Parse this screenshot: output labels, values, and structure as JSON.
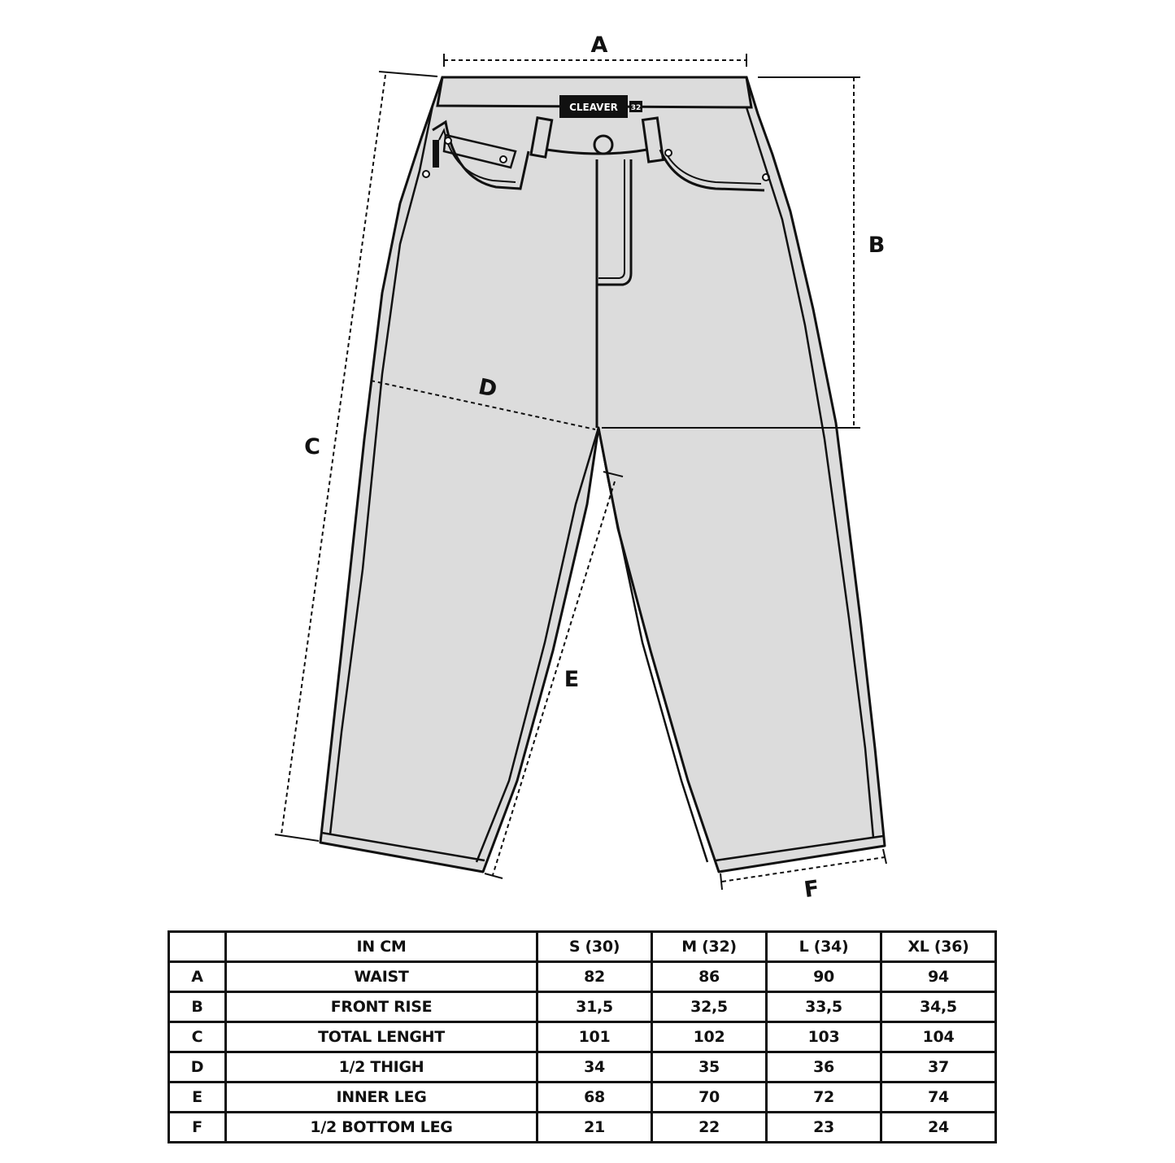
{
  "diagram": {
    "brand_label": "CLEAVER",
    "size_tag": "32",
    "measure_labels": {
      "a": "A",
      "b": "B",
      "c": "C",
      "d": "D",
      "e": "E",
      "f": "F"
    }
  },
  "table": {
    "headers": [
      "",
      "IN CM",
      "S (30)",
      "M (32)",
      "L (34)",
      "XL (36)"
    ],
    "rows": [
      [
        "A",
        "WAIST",
        "82",
        "86",
        "90",
        "94"
      ],
      [
        "B",
        "FRONT RISE",
        "31,5",
        "32,5",
        "33,5",
        "34,5"
      ],
      [
        "C",
        "TOTAL LENGHT",
        "101",
        "102",
        "103",
        "104"
      ],
      [
        "D",
        "1/2 THIGH",
        "34",
        "35",
        "36",
        "37"
      ],
      [
        "E",
        "INNER LEG",
        "68",
        "70",
        "72",
        "74"
      ],
      [
        "F",
        "1/2 BOTTOM LEG",
        "21",
        "22",
        "23",
        "24"
      ]
    ]
  },
  "colors": {
    "fill": "#dcdcdc",
    "line": "#111111",
    "background": "#ffffff"
  }
}
